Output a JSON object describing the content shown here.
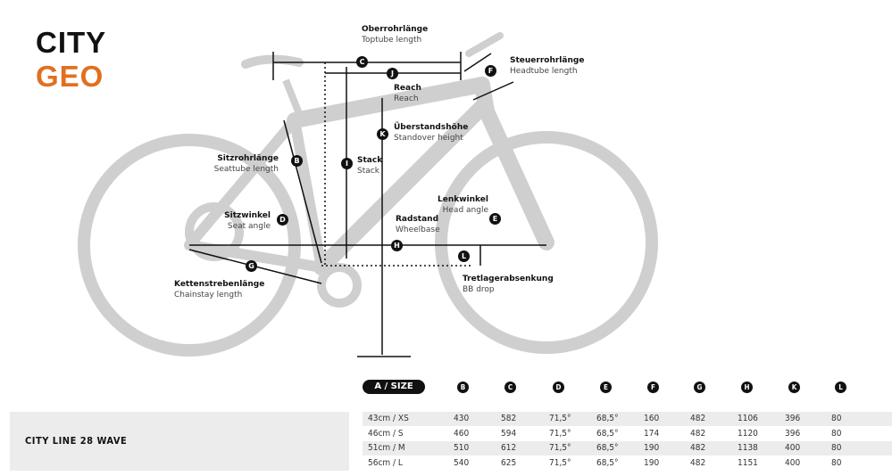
{
  "title": {
    "line1": "CITY",
    "line2": "GEO",
    "line1_color": "#111111",
    "line2_color": "#e07020"
  },
  "labels": {
    "toptube": {
      "de": "Oberrohrlänge",
      "en": "Toptube length",
      "badge": "C"
    },
    "headtube": {
      "de": "Steuerrohrlänge",
      "en": "Headtube length",
      "badge": "F"
    },
    "reach": {
      "de": "Reach",
      "en": "Reach",
      "badge": "J"
    },
    "standover": {
      "de": "Überstandshöhe",
      "en": "Standover height",
      "badge": "K"
    },
    "stack": {
      "de": "Stack",
      "en": "Stack",
      "badge": "I"
    },
    "seattube": {
      "de": "Sitzrohrlänge",
      "en": "Seattube length",
      "badge": "B"
    },
    "seatangle": {
      "de": "Sitzwinkel",
      "en": "Seat angle",
      "badge": "D"
    },
    "wheelbase": {
      "de": "Radstand",
      "en": "Wheelbase",
      "badge": "H"
    },
    "headangle": {
      "de": "Lenkwinkel",
      "en": "Head angle",
      "badge": "E"
    },
    "chainstay": {
      "de": "Kettenstrebenlänge",
      "en": "Chainstay length",
      "badge": "G"
    },
    "bbdrop": {
      "de": "Tretlagerabsenkung",
      "en": "BB drop",
      "badge": "L"
    }
  },
  "table": {
    "size_header": "A / SIZE",
    "columns": [
      "B",
      "C",
      "D",
      "E",
      "F",
      "G",
      "H",
      "K",
      "L"
    ],
    "model": "CITY LINE 28 WAVE",
    "rows": [
      {
        "size": "43cm  / XS",
        "values": [
          "430",
          "582",
          "71,5°",
          "68,5°",
          "160",
          "482",
          "1106",
          "396",
          "80"
        ]
      },
      {
        "size": "46cm  / S",
        "values": [
          "460",
          "594",
          "71,5°",
          "68,5°",
          "174",
          "482",
          "1120",
          "396",
          "80"
        ]
      },
      {
        "size": "51cm  / M",
        "values": [
          "510",
          "612",
          "71,5°",
          "68,5°",
          "190",
          "482",
          "1138",
          "400",
          "80"
        ]
      },
      {
        "size": "56cm  / L",
        "values": [
          "540",
          "625",
          "71,5°",
          "68,5°",
          "190",
          "482",
          "1151",
          "400",
          "80"
        ]
      }
    ]
  }
}
